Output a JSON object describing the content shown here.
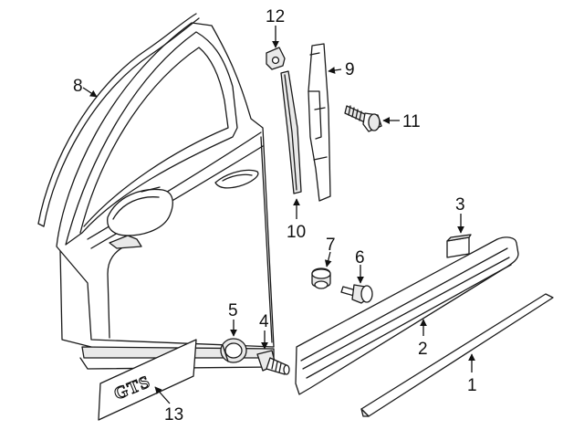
{
  "diagram": {
    "callouts": {
      "p1": "1",
      "p2": "2",
      "p3": "3",
      "p4": "4",
      "p5": "5",
      "p6": "6",
      "p7": "7",
      "p8": "8",
      "p9": "9",
      "p10": "10",
      "p11": "11",
      "p12": "12",
      "p13": "13"
    },
    "badge_text": "GTS"
  }
}
